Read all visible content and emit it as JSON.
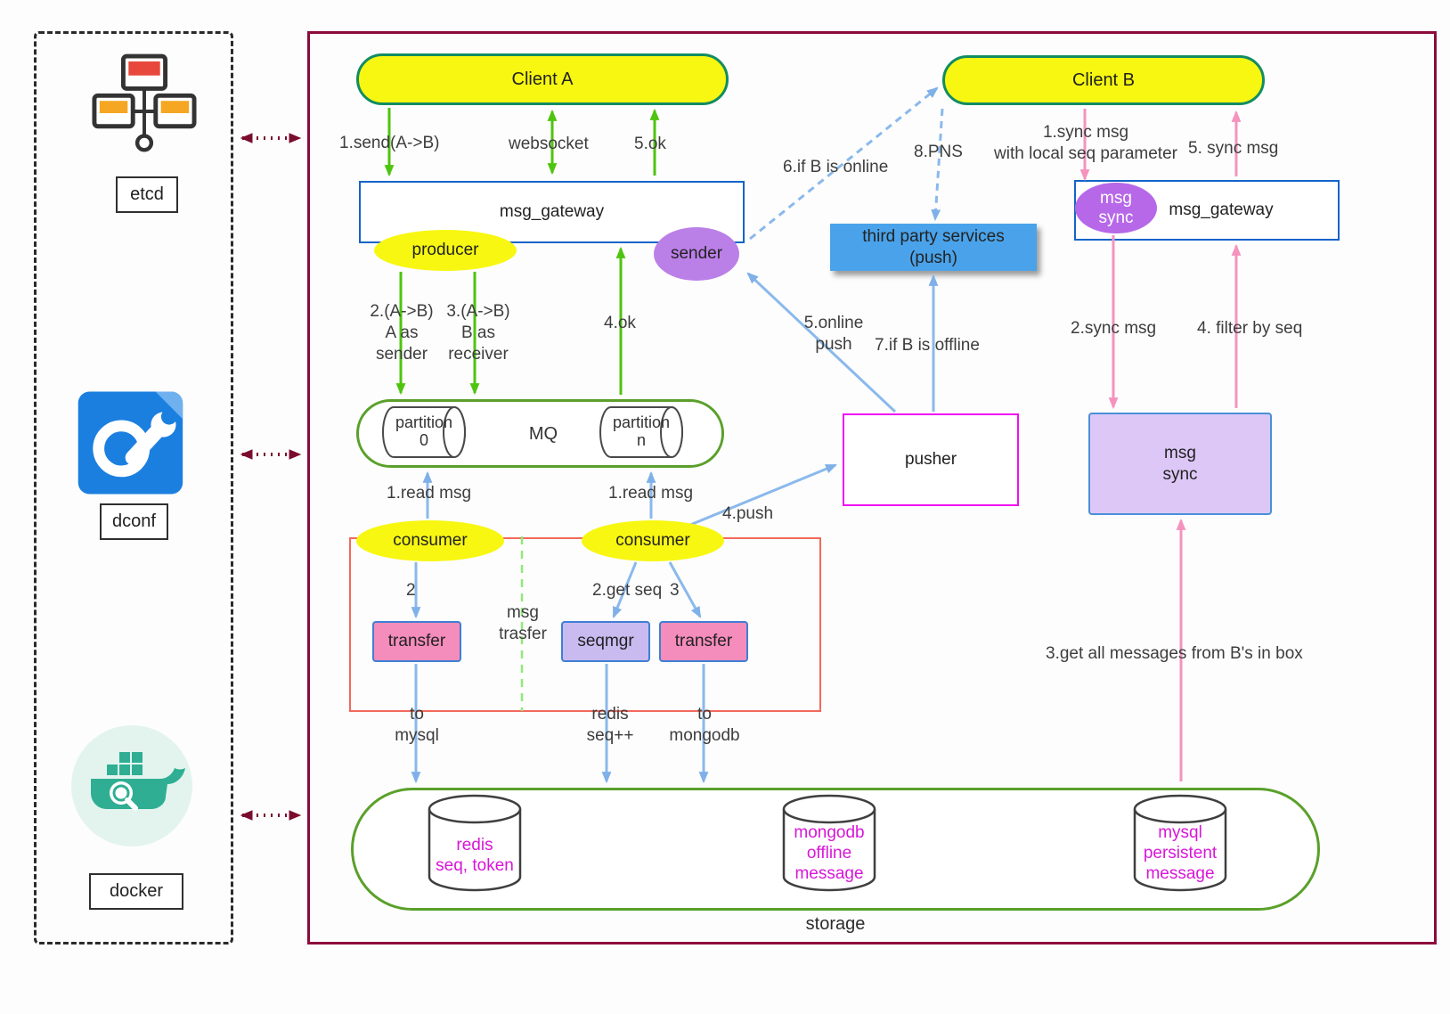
{
  "icons": {
    "etcd": "network-monitors-icon",
    "dconf": "wrench-settings-icon",
    "docker": "docker-whale-icon"
  },
  "colors": {
    "main_border": "#8c0a3c",
    "node_yellow": "#f7f711",
    "client_border_green": "#128c62",
    "container_green": "#5aa02a",
    "arrow_green": "#4ec40f",
    "arrow_blue": "#8ab9ec",
    "arrow_pink": "#f593be",
    "arrow_maroon": "#7a0c2e",
    "gateway_blue": "#1464c8",
    "third_party_blue": "#4aa3ea",
    "purple_node": "#bb7fe8",
    "pink_node": "#f48cbc",
    "lavender_node": "#c9baf0",
    "msg_sync_fill": "#dcc7f7",
    "pusher_border": "#f10ff1",
    "db_text_magenta": "#d816d8"
  },
  "left_panel": {
    "etcd_label": "etcd",
    "dconf_label": "dconf",
    "docker_label": "docker"
  },
  "nodes": {
    "client_a": "Client A",
    "client_b": "Client B",
    "gateway_left": "msg_gateway",
    "gateway_right": "msg_gateway",
    "producer": "producer",
    "sender": "sender",
    "third_party": "third party services\n(push)",
    "msg_sync_ellipse": "msg\nsync",
    "partition_0": "partition\n0",
    "mq": "MQ",
    "partition_n": "partition\nn",
    "pusher": "pusher",
    "msg_sync_box": "msg\nsync",
    "consumer_1": "consumer",
    "consumer_2": "consumer",
    "transfer_1": "transfer",
    "seqmgr": "seqmgr",
    "transfer_2": "transfer",
    "msg_trasfer": "msg\ntrasfer",
    "redis_db": "redis\nseq, token",
    "mongodb_db": "mongodb\noffline\nmessage",
    "mysql_db": "mysql\npersistent\nmessage",
    "storage": "storage"
  },
  "edge_labels": {
    "send_ab": "1.send(A->B)",
    "websocket": "websocket",
    "ok5": "5.ok",
    "if_b_online": "6.if B is online",
    "pns": "8.PNS",
    "sync_msg_1": "1.sync msg\nwith local seq parameter",
    "sync_msg_5": "5. sync msg",
    "a_as_sender": "2.(A->B)\nA as\nsender",
    "b_as_receiver": "3.(A->B)\nB as\nreceiver",
    "ok4": "4.ok",
    "online_push": "5.online\npush",
    "if_b_offline": "7.if B is offline",
    "sync_msg_2": "2.sync msg",
    "filter_by_seq": "4. filter by seq",
    "read_msg_1": "1.read msg",
    "read_msg_2": "1.read msg",
    "push4": "4.push",
    "two": "2",
    "get_seq": "2.get seq",
    "three": "3",
    "to_mysql": "to\nmysql",
    "redis_seq": "redis\nseq++",
    "to_mongodb": "to\nmongodb",
    "get_all": "3.get all messages from B's in box"
  }
}
